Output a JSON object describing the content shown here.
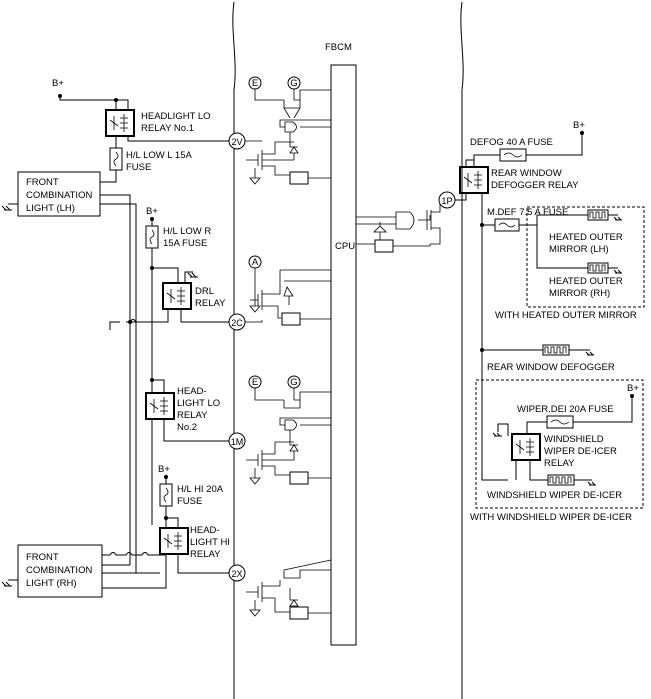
{
  "module": "FBCM",
  "cpu": "CPU",
  "supply": "B+",
  "components": {
    "headlight_lo_relay1": "HEADLIGHT LO",
    "headlight_lo_relay1_b": "RELAY No.1",
    "hl_low_l_fuse": "H/L LOW L 15A",
    "hl_low_l_fuse_b": "FUSE",
    "front_light_lh_1": "FRONT",
    "front_light_lh_2": "COMBINATION",
    "front_light_lh_3": "LIGHT (LH)",
    "hl_low_r_fuse": "H/L LOW R",
    "hl_low_r_fuse_b": "15A FUSE",
    "drl_relay_1": "DRL",
    "drl_relay_2": "RELAY",
    "hl_lo_relay2_1": "HEAD-",
    "hl_lo_relay2_2": "LIGHT LO",
    "hl_lo_relay2_3": "RELAY",
    "hl_lo_relay2_4": "No.2",
    "hl_hi_fuse": "H/L HI 20A",
    "hl_hi_fuse_b": "FUSE",
    "hl_hi_relay_1": "HEAD-",
    "hl_hi_relay_2": "LIGHT HI",
    "hl_hi_relay_3": "RELAY",
    "front_light_rh_1": "FRONT",
    "front_light_rh_2": "COMBINATION",
    "front_light_rh_3": "LIGHT (RH)",
    "defog_fuse": "DEFOG 40 A FUSE",
    "rear_defogger_relay_1": "REAR WINDOW",
    "rear_defogger_relay_2": "DEFOGGER RELAY",
    "mdef_fuse": "M.DEF 7.5 A FUSE",
    "heated_mirror_lh_1": "HEATED OUTER",
    "heated_mirror_lh_2": "MIRROR (LH)",
    "heated_mirror_rh_1": "HEATED OUTER",
    "heated_mirror_rh_2": "MIRROR (RH)",
    "with_heated_mirror": "WITH HEATED OUTER MIRROR",
    "rear_window_defogger": "REAR WINDOW DEFOGGER",
    "wiper_dei_fuse": "WIPER.DEI 20A FUSE",
    "wiper_deicer_relay_1": "WINDSHIELD",
    "wiper_deicer_relay_2": "WIPER DE-ICER",
    "wiper_deicer_relay_3": "RELAY",
    "windshield_wiper_deicer": "WINDSHIELD WIPER DE-ICER",
    "with_wiper_deicer": "WITH WINDSHIELD WIPER DE-ICER"
  },
  "pins": {
    "p2v": "2V",
    "p2c": "2C",
    "p1m": "1M",
    "p2x": "2X",
    "p1p": "1P"
  },
  "refs": {
    "e1": "E",
    "g1": "G",
    "a1": "A",
    "e2": "E",
    "g2": "G"
  }
}
